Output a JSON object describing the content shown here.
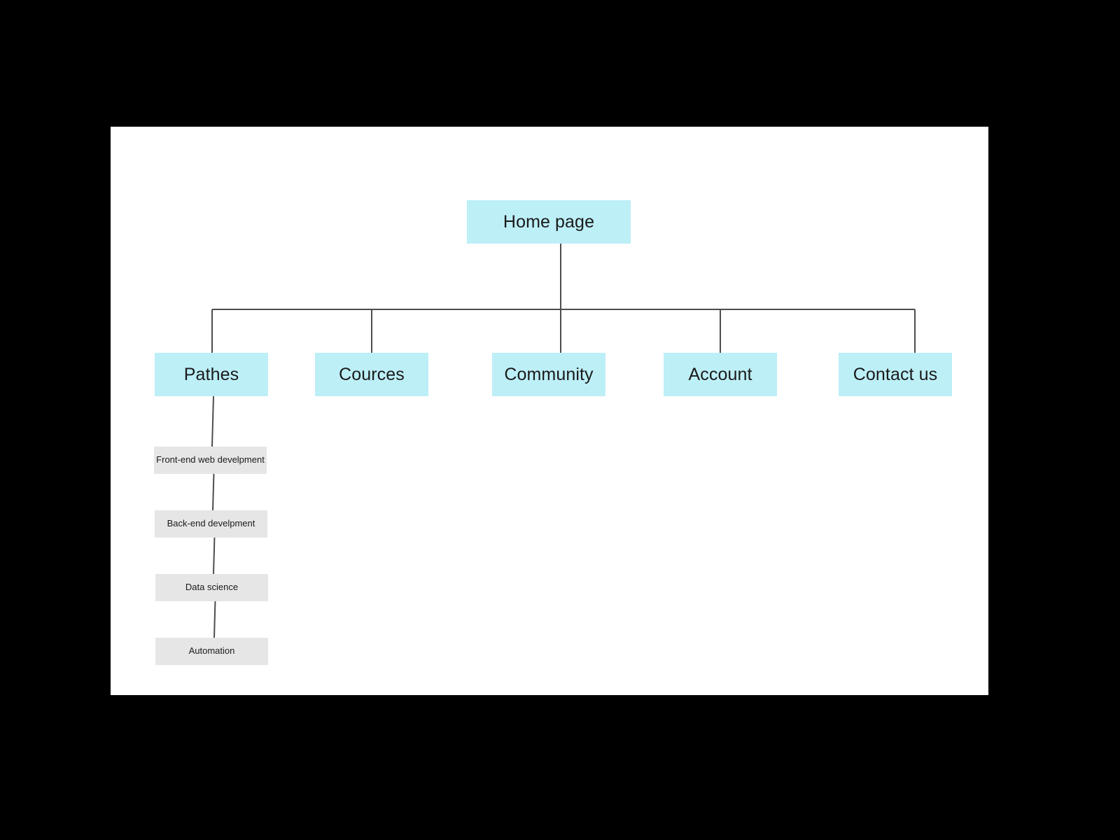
{
  "diagram": {
    "type": "sitemap-tree",
    "canvas_background": "#ffffff",
    "page_background": "#000000",
    "primary_node_color": "#bdeff7",
    "secondary_node_color": "#e6e6e6",
    "connector_color": "#4d4d4d",
    "text_color": "#1a1a1a",
    "root": {
      "label": "Home page"
    },
    "level2": [
      {
        "label": "Pathes"
      },
      {
        "label": "Cources"
      },
      {
        "label": "Community"
      },
      {
        "label": "Account"
      },
      {
        "label": "Contact us"
      }
    ],
    "level3": [
      {
        "label": "Front-end web develpment"
      },
      {
        "label": "Back-end develpment"
      },
      {
        "label": "Data science"
      },
      {
        "label": "Automation"
      }
    ]
  }
}
